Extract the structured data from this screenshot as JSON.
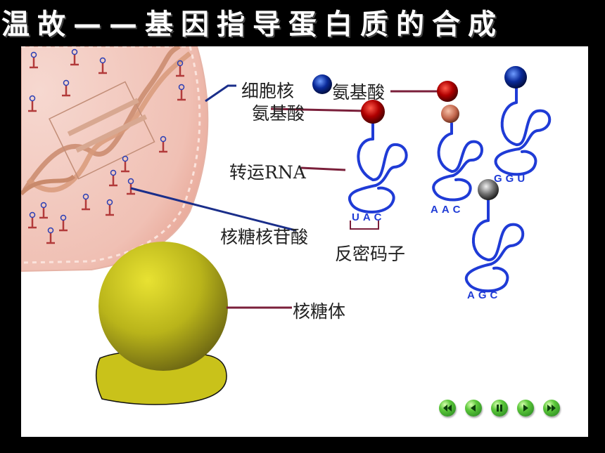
{
  "title": "温故——基因指导蛋白质的合成",
  "labels": {
    "nucleus": "细胞核",
    "amino_acid_1": "氨基酸",
    "amino_acid_2": "氨基酸",
    "trna": "转运RNA",
    "nucleotide": "核糖核苷酸",
    "anticodon": "反密码子",
    "ribosome": "核糖体"
  },
  "anticodons": {
    "trna_1": "UAC",
    "trna_2": "AAC",
    "trna_3": "GGU",
    "trna_4": "AGC"
  },
  "colors": {
    "trna": "#1f3bd6",
    "amino_red": "#b30000",
    "amino_blue": "#0a2a9a",
    "amino_salmon": "#c97b62",
    "amino_gray": "#555555",
    "leader_line": "#7a1f3a",
    "nucleus_line": "#1a2e8a",
    "ribosome": "#c9c21a",
    "nucleus_fill": "#f4c9c0"
  },
  "nav": {
    "buttons": [
      "first-icon",
      "prev-icon",
      "pause-icon",
      "next-icon",
      "last-icon"
    ]
  }
}
